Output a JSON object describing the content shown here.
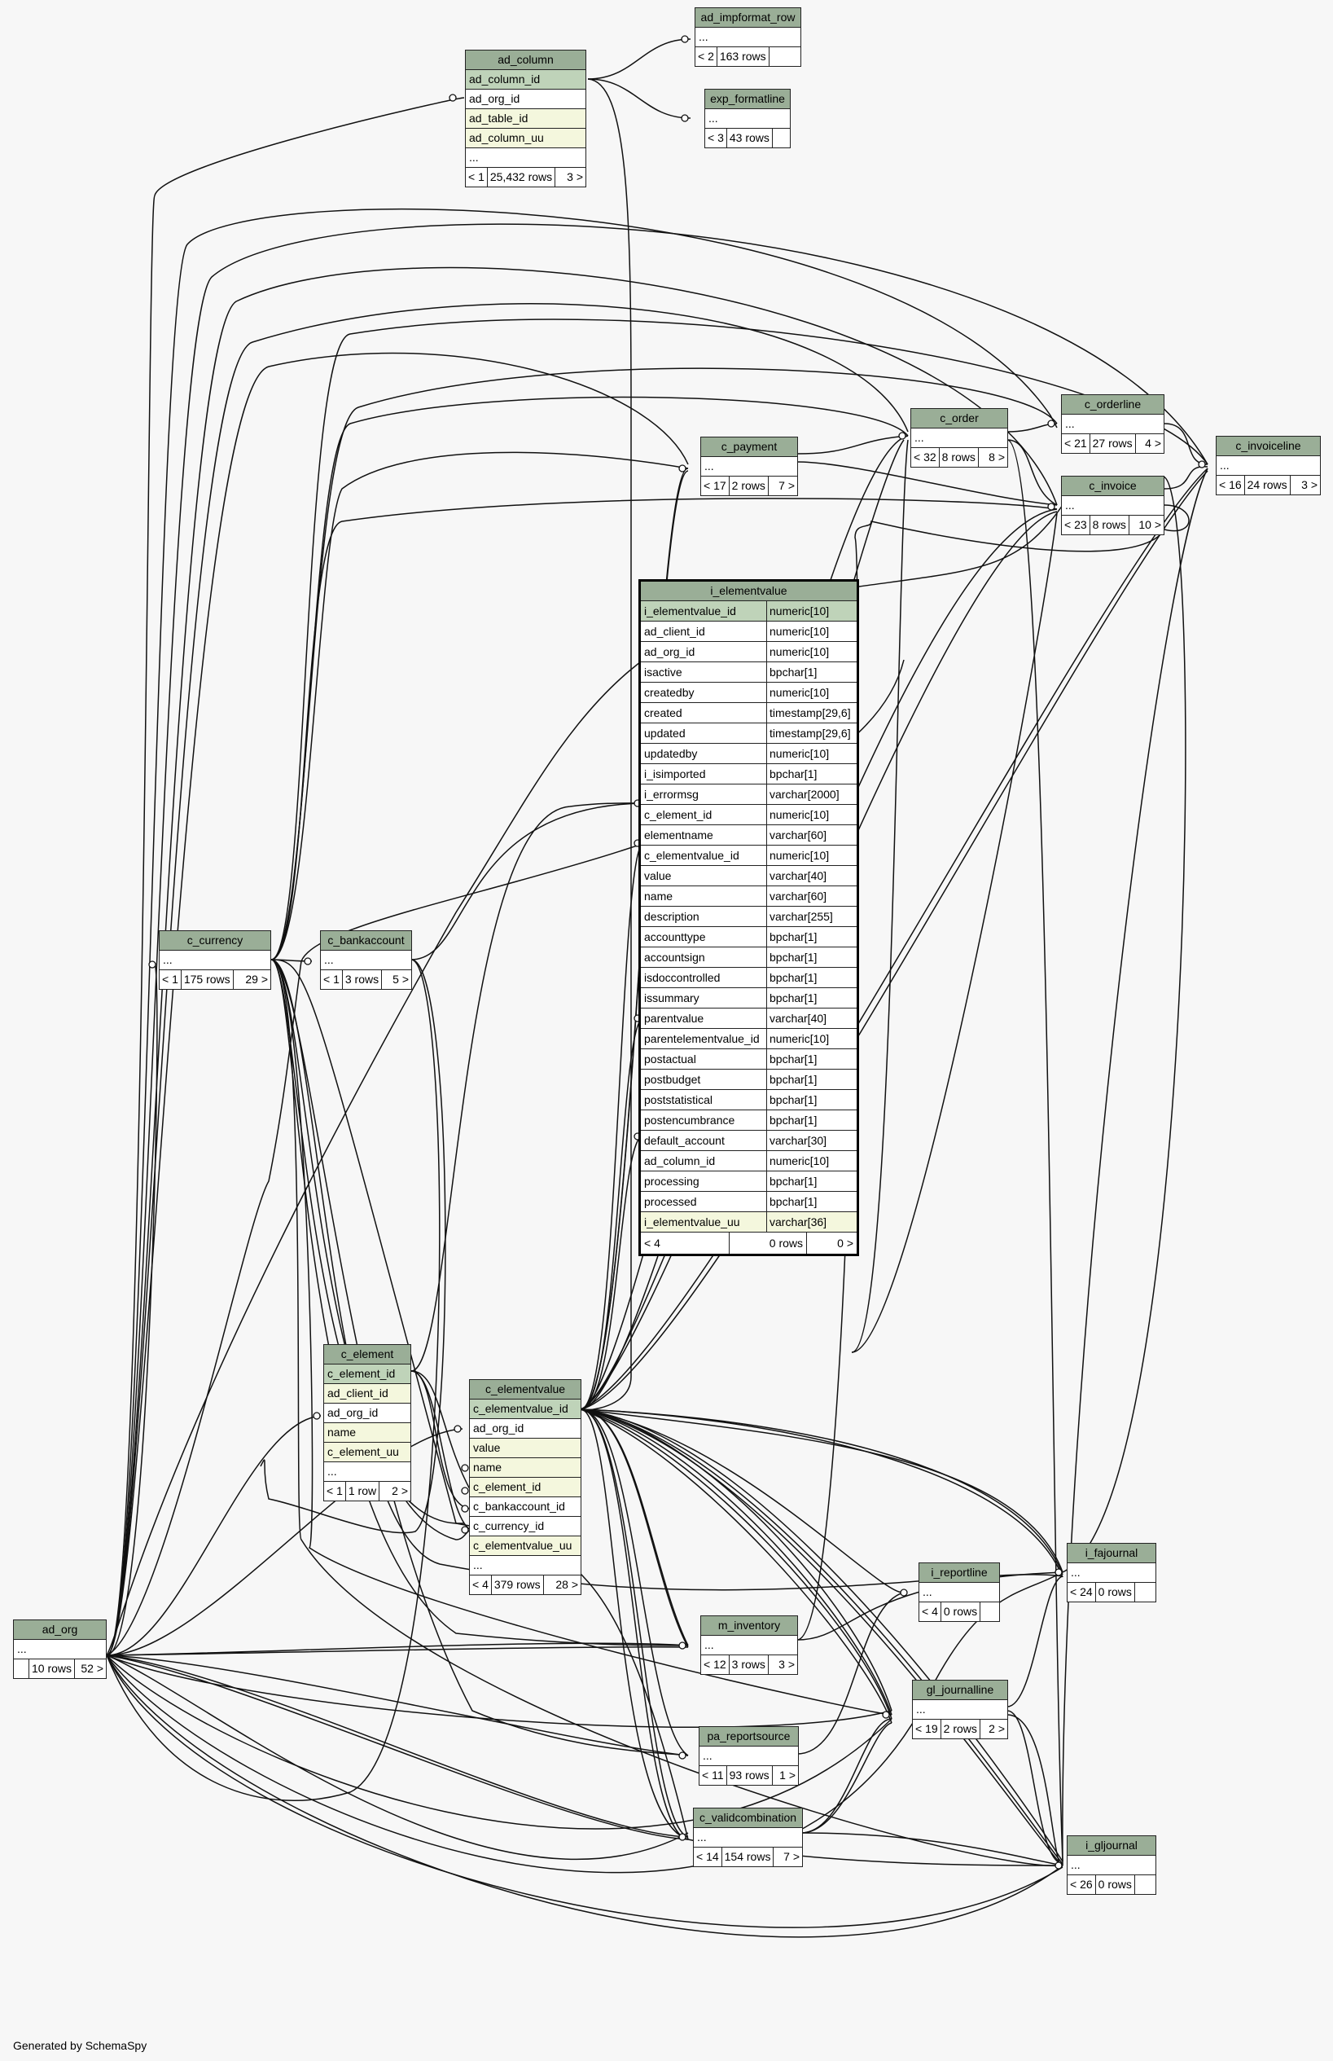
{
  "footer": "Generated by SchemaSpy",
  "colors": {
    "header": "#9aae97",
    "primary_key": "#bfd3b9",
    "indexed": "#f4f7dd",
    "background": "#f7f7f7"
  },
  "tables": {
    "ad_column": {
      "name": "ad_column",
      "columns": [
        "ad_column_id",
        "ad_org_id",
        "ad_table_id",
        "ad_column_uu",
        "..."
      ],
      "parents": "< 1",
      "rows": "25,432 rows",
      "children": "3 >"
    },
    "ad_impformat_row": {
      "name": "ad_impformat_row",
      "columns": [
        "..."
      ],
      "parents": "< 2",
      "rows": "163 rows",
      "children": ""
    },
    "exp_formatline": {
      "name": "exp_formatline",
      "columns": [
        "..."
      ],
      "parents": "< 3",
      "rows": "43 rows",
      "children": ""
    },
    "c_orderline": {
      "name": "c_orderline",
      "columns": [
        "..."
      ],
      "parents": "< 21",
      "rows": "27 rows",
      "children": "4 >"
    },
    "c_order": {
      "name": "c_order",
      "columns": [
        "..."
      ],
      "parents": "< 32",
      "rows": "8 rows",
      "children": "8 >"
    },
    "c_invoiceline": {
      "name": "c_invoiceline",
      "columns": [
        "..."
      ],
      "parents": "< 16",
      "rows": "24 rows",
      "children": "3 >"
    },
    "c_payment": {
      "name": "c_payment",
      "columns": [
        "..."
      ],
      "parents": "< 17",
      "rows": "2 rows",
      "children": "7 >"
    },
    "c_invoice": {
      "name": "c_invoice",
      "columns": [
        "..."
      ],
      "parents": "< 23",
      "rows": "8 rows",
      "children": "10 >"
    },
    "c_currency": {
      "name": "c_currency",
      "columns": [
        "..."
      ],
      "parents": "< 1",
      "rows": "175 rows",
      "children": "29 >"
    },
    "c_bankaccount": {
      "name": "c_bankaccount",
      "columns": [
        "..."
      ],
      "parents": "< 1",
      "rows": "3 rows",
      "children": "5 >"
    },
    "c_element": {
      "name": "c_element",
      "columns": [
        "c_element_id",
        "ad_client_id",
        "ad_org_id",
        "name",
        "c_element_uu",
        "..."
      ],
      "parents": "< 1",
      "rows": "1 row",
      "children": "2 >"
    },
    "c_elementvalue": {
      "name": "c_elementvalue",
      "columns": [
        "c_elementvalue_id",
        "ad_org_id",
        "value",
        "name",
        "c_element_id",
        "c_bankaccount_id",
        "c_currency_id",
        "c_elementvalue_uu",
        "..."
      ],
      "parents": "< 4",
      "rows": "379 rows",
      "children": "28 >"
    },
    "i_fajournal": {
      "name": "i_fajournal",
      "columns": [
        "..."
      ],
      "parents": "< 24",
      "rows": "0 rows",
      "children": ""
    },
    "i_reportline": {
      "name": "i_reportline",
      "columns": [
        "..."
      ],
      "parents": "< 4",
      "rows": "0 rows",
      "children": ""
    },
    "m_inventory": {
      "name": "m_inventory",
      "columns": [
        "..."
      ],
      "parents": "< 12",
      "rows": "3 rows",
      "children": "3 >"
    },
    "gl_journalline": {
      "name": "gl_journalline",
      "columns": [
        "..."
      ],
      "parents": "< 19",
      "rows": "2 rows",
      "children": "2 >"
    },
    "ad_org": {
      "name": "ad_org",
      "columns": [
        "..."
      ],
      "parents": "",
      "rows": "10 rows",
      "children": "52 >"
    },
    "pa_reportsource": {
      "name": "pa_reportsource",
      "columns": [
        "..."
      ],
      "parents": "< 11",
      "rows": "93 rows",
      "children": "1 >"
    },
    "c_validcombination": {
      "name": "c_validcombination",
      "columns": [
        "..."
      ],
      "parents": "< 14",
      "rows": "154 rows",
      "children": "7 >"
    },
    "i_gljournal": {
      "name": "i_gljournal",
      "columns": [
        "..."
      ],
      "parents": "< 26",
      "rows": "0 rows",
      "children": ""
    }
  },
  "i_elementvalue": {
    "name": "i_elementvalue",
    "columns": [
      {
        "name": "i_elementvalue_id",
        "type": "numeric[10]"
      },
      {
        "name": "ad_client_id",
        "type": "numeric[10]"
      },
      {
        "name": "ad_org_id",
        "type": "numeric[10]"
      },
      {
        "name": "isactive",
        "type": "bpchar[1]"
      },
      {
        "name": "createdby",
        "type": "numeric[10]"
      },
      {
        "name": "created",
        "type": "timestamp[29,6]"
      },
      {
        "name": "updated",
        "type": "timestamp[29,6]"
      },
      {
        "name": "updatedby",
        "type": "numeric[10]"
      },
      {
        "name": "i_isimported",
        "type": "bpchar[1]"
      },
      {
        "name": "i_errormsg",
        "type": "varchar[2000]"
      },
      {
        "name": "c_element_id",
        "type": "numeric[10]"
      },
      {
        "name": "elementname",
        "type": "varchar[60]"
      },
      {
        "name": "c_elementvalue_id",
        "type": "numeric[10]"
      },
      {
        "name": "value",
        "type": "varchar[40]"
      },
      {
        "name": "name",
        "type": "varchar[60]"
      },
      {
        "name": "description",
        "type": "varchar[255]"
      },
      {
        "name": "accounttype",
        "type": "bpchar[1]"
      },
      {
        "name": "accountsign",
        "type": "bpchar[1]"
      },
      {
        "name": "isdoccontrolled",
        "type": "bpchar[1]"
      },
      {
        "name": "issummary",
        "type": "bpchar[1]"
      },
      {
        "name": "parentvalue",
        "type": "varchar[40]"
      },
      {
        "name": "parentelementvalue_id",
        "type": "numeric[10]"
      },
      {
        "name": "postactual",
        "type": "bpchar[1]"
      },
      {
        "name": "postbudget",
        "type": "bpchar[1]"
      },
      {
        "name": "poststatistical",
        "type": "bpchar[1]"
      },
      {
        "name": "postencumbrance",
        "type": "bpchar[1]"
      },
      {
        "name": "default_account",
        "type": "varchar[30]"
      },
      {
        "name": "ad_column_id",
        "type": "numeric[10]"
      },
      {
        "name": "processing",
        "type": "bpchar[1]"
      },
      {
        "name": "processed",
        "type": "bpchar[1]"
      },
      {
        "name": "i_elementvalue_uu",
        "type": "varchar[36]"
      }
    ],
    "parents": "< 4",
    "rows": "0 rows",
    "children": "0 >"
  }
}
